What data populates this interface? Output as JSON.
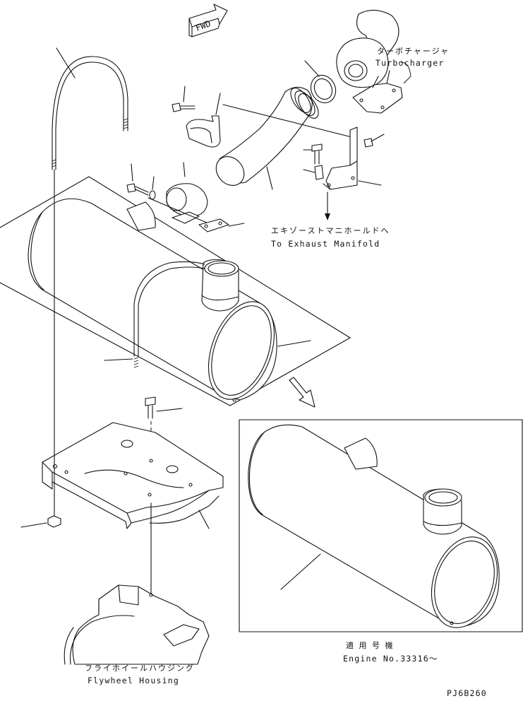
{
  "direction_arrow": "FWD",
  "labels": {
    "turbocharger_jp": "ターボチャージャ",
    "turbocharger_en": "Turbocharger",
    "exhaust_manifold_jp": "エキゾーストマニホールドへ",
    "exhaust_manifold_en": "To Exhaust Manifold",
    "applicable_jp": "適 用 号 機",
    "engine_no": "Engine No.33316〜",
    "flywheel_jp": "フライホイールハウジング",
    "flywheel_en": "Flywheel Housing",
    "drawing_code": "PJ6B260"
  }
}
